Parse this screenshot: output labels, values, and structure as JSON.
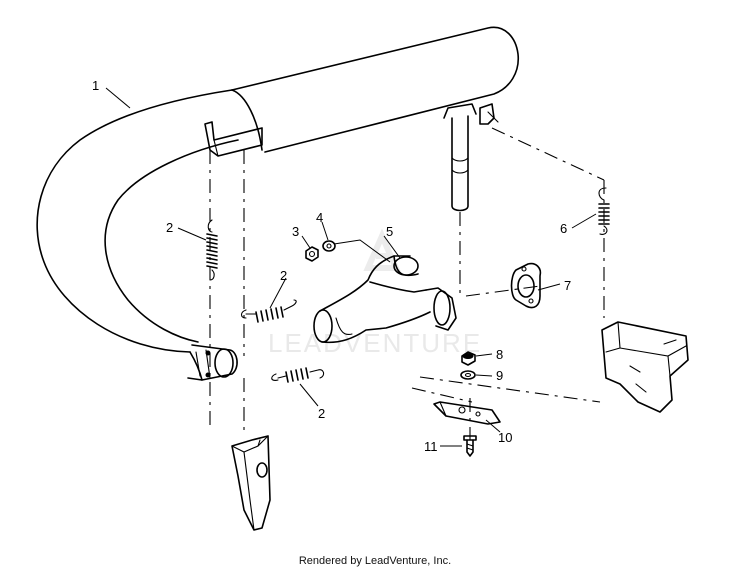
{
  "callouts": [
    {
      "id": "1",
      "label": "1"
    },
    {
      "id": "2a",
      "label": "2"
    },
    {
      "id": "2b",
      "label": "2"
    },
    {
      "id": "2c",
      "label": "2"
    },
    {
      "id": "3",
      "label": "3"
    },
    {
      "id": "4",
      "label": "4"
    },
    {
      "id": "5",
      "label": "5"
    },
    {
      "id": "6",
      "label": "6"
    },
    {
      "id": "7",
      "label": "7"
    },
    {
      "id": "8",
      "label": "8"
    },
    {
      "id": "9",
      "label": "9"
    },
    {
      "id": "10",
      "label": "10"
    },
    {
      "id": "11",
      "label": "11"
    }
  ],
  "watermark": "LEADVENTURE",
  "footer": "Rendered by LeadVenture, Inc."
}
